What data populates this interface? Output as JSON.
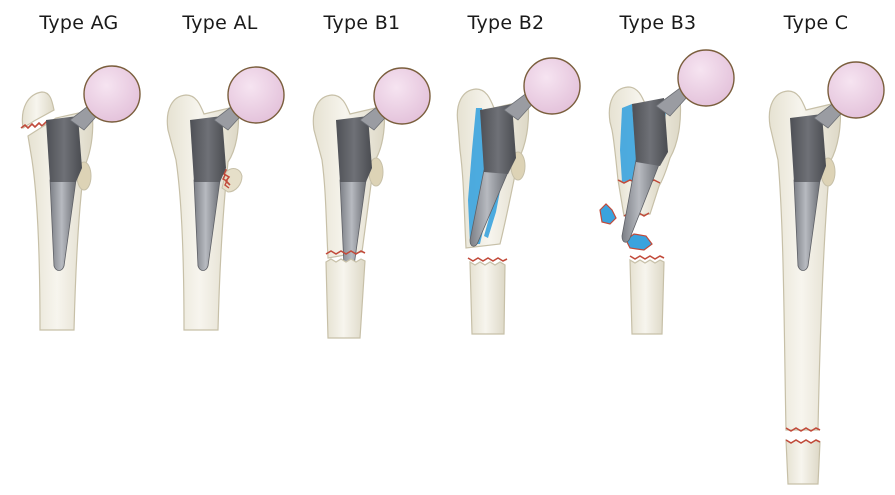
{
  "labels": [
    "Type AG",
    "Type AL",
    "Type B1",
    "Type B2",
    "Type B3",
    "Type C"
  ],
  "icons": [
    "femur-prosthesis-illustration"
  ],
  "colors": {
    "bone": "#f1eee2",
    "bone_outline": "#c7c0a8",
    "stem": "#5f6166",
    "head": "#e8c9e0",
    "head_outline": "#7a5e3c",
    "loosening": "#3aa3de",
    "fracture_line": "#c14a3a"
  }
}
